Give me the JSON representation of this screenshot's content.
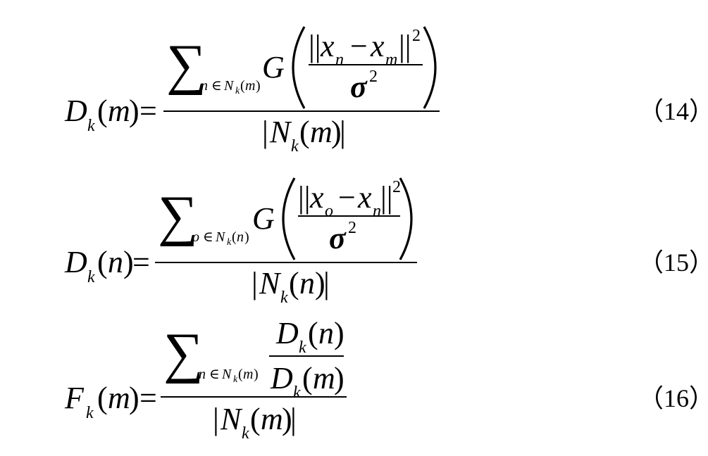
{
  "symbols": {
    "sum": "∑",
    "D": "D",
    "F": "F",
    "k": "k",
    "m": "m",
    "n": "n",
    "o": "o",
    "N": "N",
    "G": "G",
    "x": "x",
    "sigma": "σ",
    "two": "2",
    "equals": "=",
    "minus": "−",
    "elem": "∈",
    "bar": "|",
    "dbar": "||",
    "lparen": "(",
    "rparen": ")"
  },
  "equations": [
    {
      "number": "（14）"
    },
    {
      "number": "（15）"
    },
    {
      "number": "（16）"
    }
  ]
}
